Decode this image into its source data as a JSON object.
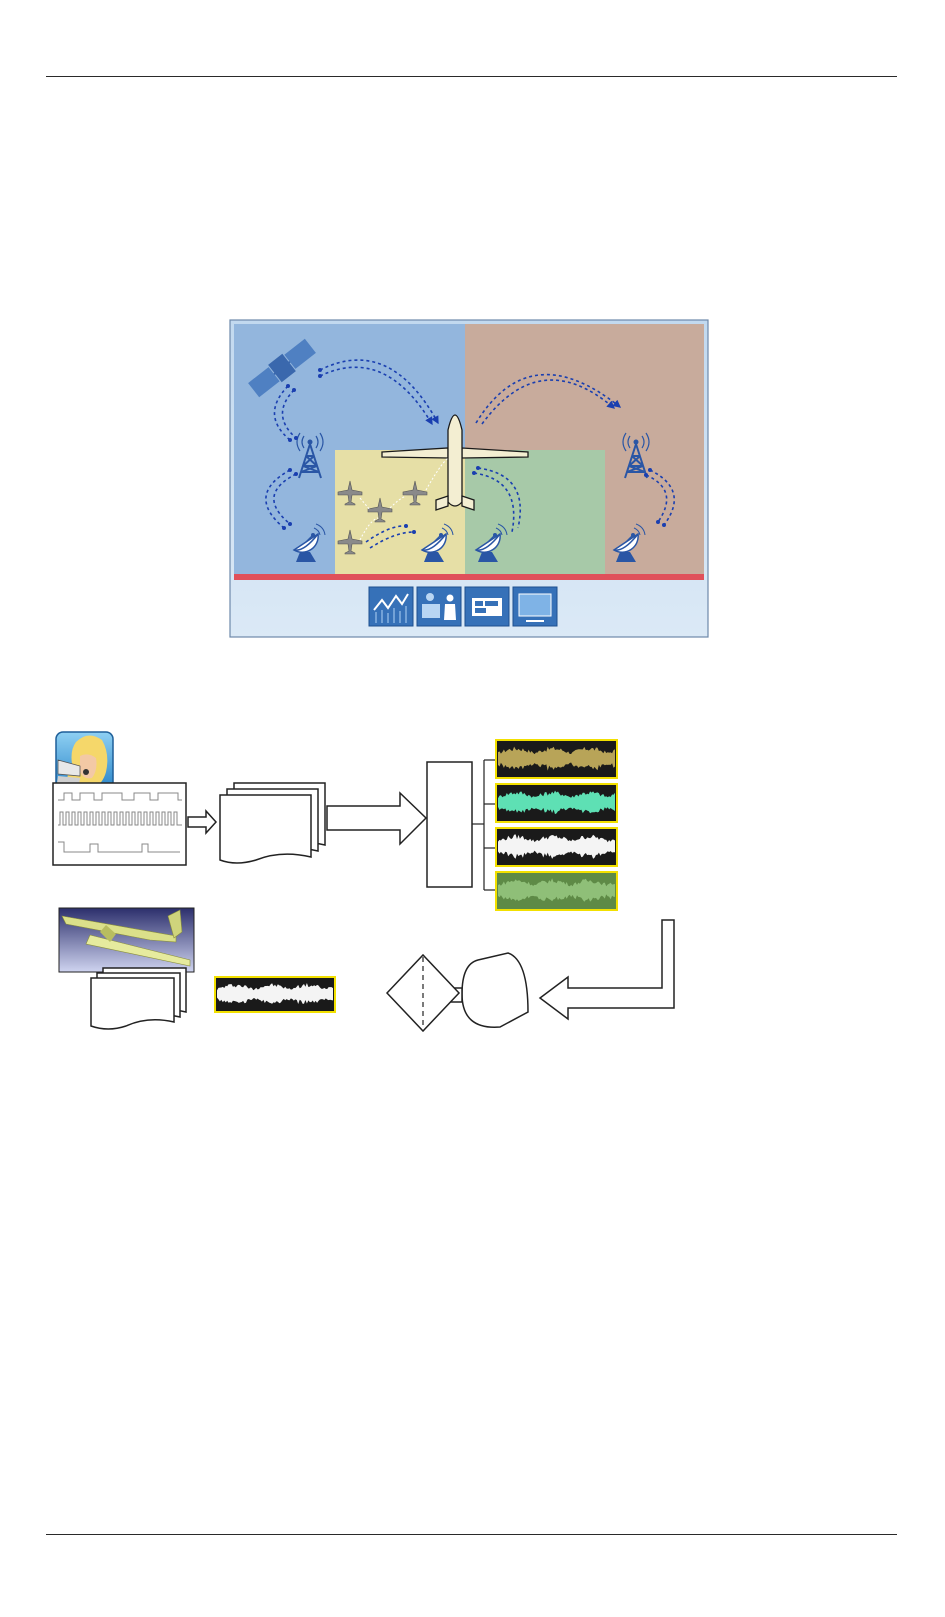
{
  "document": {
    "header_rule": true,
    "footer_rule": true
  },
  "uav_scenario": {
    "zones": [
      {
        "name": "satellite-link-zone",
        "color": "#93b6dd"
      },
      {
        "name": "remote-link-zone",
        "color": "#c8ab9c"
      },
      {
        "name": "swarm-zone",
        "color": "#e6dfa6"
      },
      {
        "name": "ground-control-zone",
        "color": "#a7c9a8"
      }
    ],
    "link_color": "#1a3fb0",
    "ground_bar_color": "#e0505a",
    "toolbar_icons": [
      "chart-icon",
      "operator-icon",
      "console-icon",
      "monitor-icon"
    ]
  },
  "processing_flow": {
    "signal_colors": [
      "#b8a458",
      "#5ee0b4",
      "#f4f4f4",
      "#8fbf78"
    ],
    "highlight_border": "#f2e000",
    "stages": [
      "pilot-avatar",
      "raw-signal-trace",
      "data-records",
      "splitter-block",
      "signal-panels",
      "return-arrow",
      "comparator-block",
      "decision-diamond",
      "output-signal",
      "aircraft-model"
    ]
  }
}
